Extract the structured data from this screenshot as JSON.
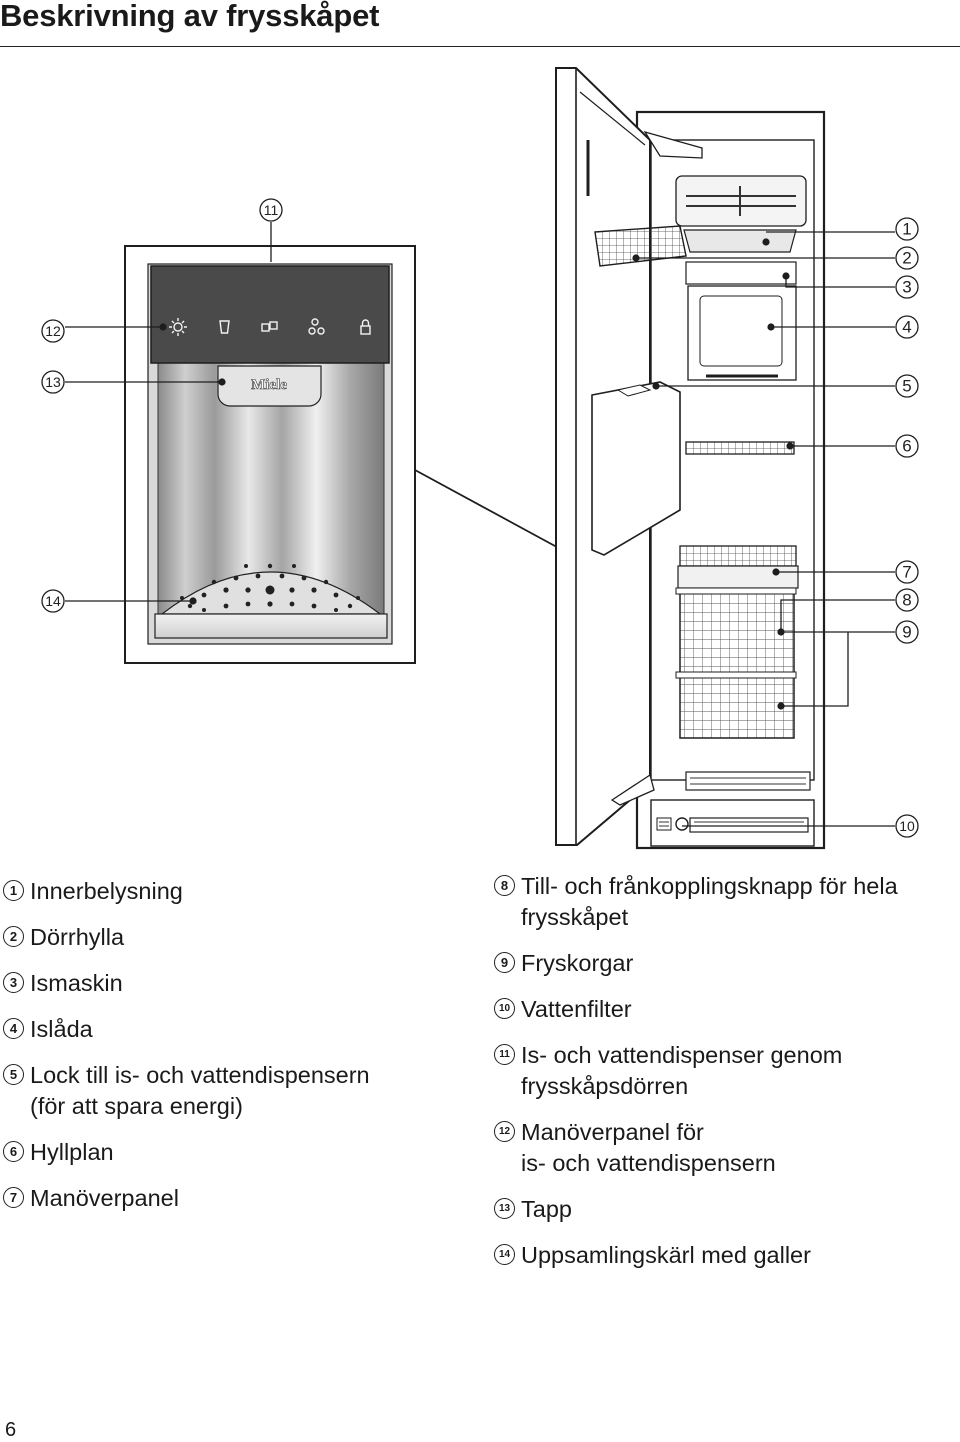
{
  "page": {
    "title": "Beskrivning av frysskåpet",
    "page_number": "6"
  },
  "figure": {
    "brand_logo_text": "Miele",
    "callouts": [
      "1",
      "2",
      "3",
      "4",
      "5",
      "6",
      "7",
      "8",
      "9",
      "10",
      "11",
      "12",
      "13",
      "14"
    ]
  },
  "legend_left": [
    {
      "num": "1",
      "text": "Innerbelysning"
    },
    {
      "num": "2",
      "text": "Dörrhylla"
    },
    {
      "num": "3",
      "text": "Ismaskin"
    },
    {
      "num": "4",
      "text": "Islåda"
    },
    {
      "num": "5",
      "text": "Lock till is- och vattendispensern\n(för att spara energi)"
    },
    {
      "num": "6",
      "text": "Hyllplan"
    },
    {
      "num": "7",
      "text": "Manöverpanel"
    }
  ],
  "legend_right": [
    {
      "num": "8",
      "text": "Till- och frånkopplingsknapp för hela\nfrysskåpet"
    },
    {
      "num": "9",
      "text": "Fryskorgar"
    },
    {
      "num": "10",
      "text": "Vattenfilter"
    },
    {
      "num": "11",
      "text": "Is- och vattendispenser genom\nfrysskåpsdörren"
    },
    {
      "num": "12",
      "text": "Manöverpanel för\nis- och vattendispensern"
    },
    {
      "num": "13",
      "text": "Tapp"
    },
    {
      "num": "14",
      "text": "Uppsamlingskärl med galler"
    }
  ],
  "colors": {
    "panel_dark": "#4a4a4a",
    "frame_light": "#d6d6d6",
    "line": "#1e1e1e"
  }
}
